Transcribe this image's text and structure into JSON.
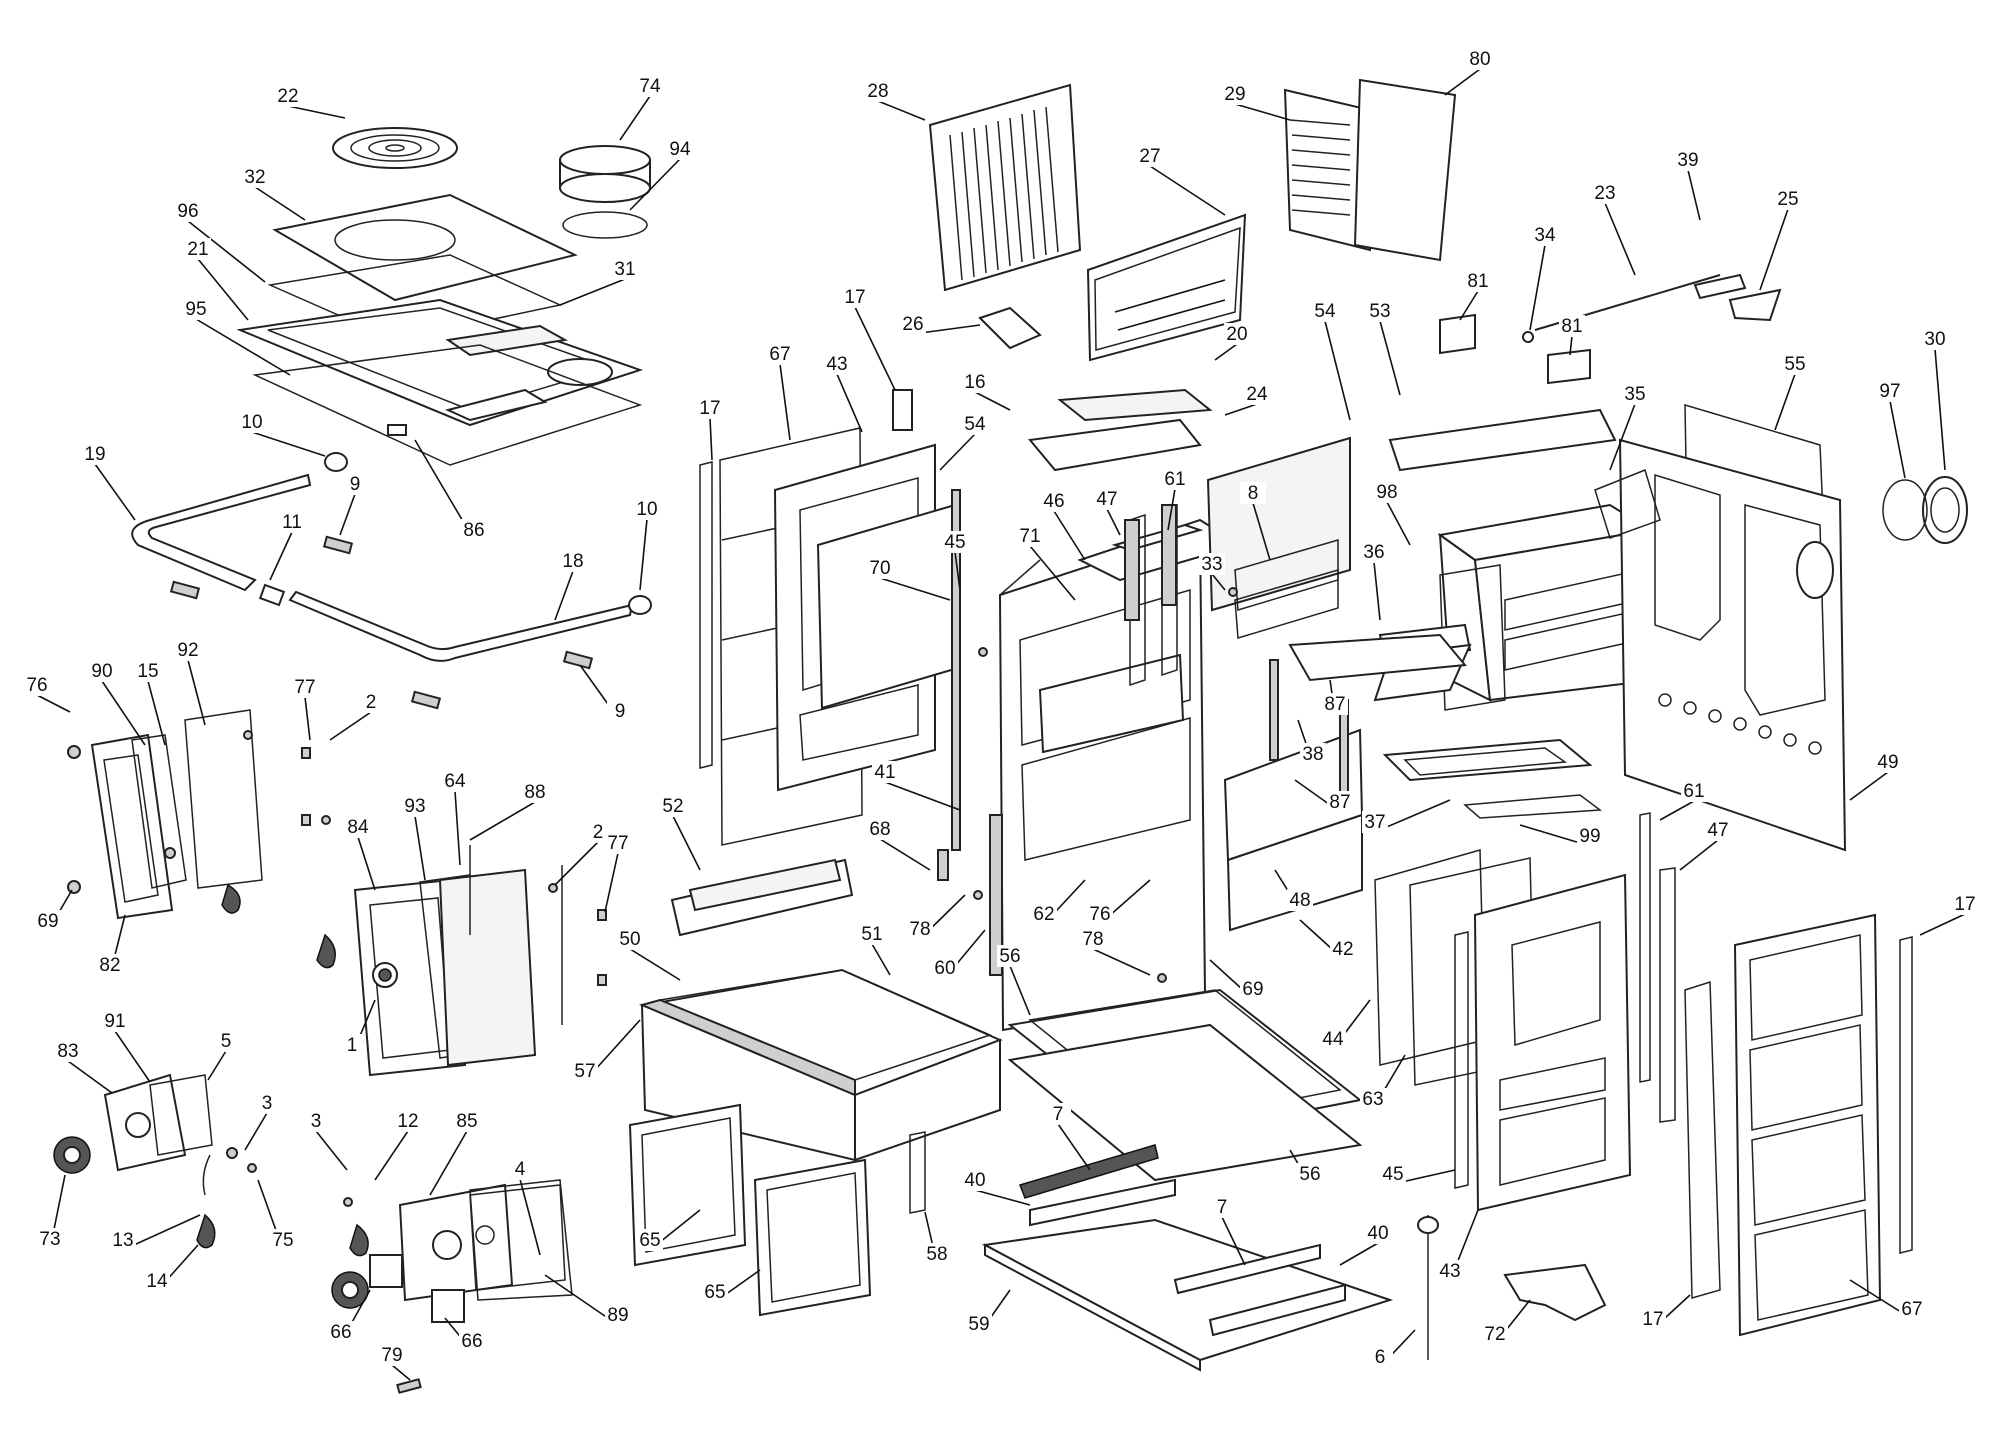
{
  "diagram": {
    "callouts": [
      {
        "id": "c22",
        "text": "22"
      },
      {
        "id": "c74",
        "text": "74"
      },
      {
        "id": "c94",
        "text": "94"
      },
      {
        "id": "c32",
        "text": "32"
      },
      {
        "id": "c96",
        "text": "96"
      },
      {
        "id": "c21",
        "text": "21"
      },
      {
        "id": "c31",
        "text": "31"
      },
      {
        "id": "c95",
        "text": "95"
      },
      {
        "id": "c86",
        "text": "86"
      },
      {
        "id": "c10a",
        "text": "10"
      },
      {
        "id": "c9a",
        "text": "9"
      },
      {
        "id": "c19",
        "text": "19"
      },
      {
        "id": "c11",
        "text": "11"
      },
      {
        "id": "c18",
        "text": "18"
      },
      {
        "id": "c10b",
        "text": "10"
      },
      {
        "id": "c9b",
        "text": "9"
      },
      {
        "id": "c76",
        "text": "76"
      },
      {
        "id": "c90",
        "text": "90"
      },
      {
        "id": "c15",
        "text": "15"
      },
      {
        "id": "c92",
        "text": "92"
      },
      {
        "id": "c77a",
        "text": "77"
      },
      {
        "id": "c2a",
        "text": "2"
      },
      {
        "id": "c69a",
        "text": "69"
      },
      {
        "id": "c82",
        "text": "82"
      },
      {
        "id": "c93",
        "text": "93"
      },
      {
        "id": "c64",
        "text": "64"
      },
      {
        "id": "c88",
        "text": "88"
      },
      {
        "id": "c84",
        "text": "84"
      },
      {
        "id": "c2b",
        "text": "2"
      },
      {
        "id": "c77b",
        "text": "77"
      },
      {
        "id": "c1",
        "text": "1"
      },
      {
        "id": "c91",
        "text": "91"
      },
      {
        "id": "c5",
        "text": "5"
      },
      {
        "id": "c83",
        "text": "83"
      },
      {
        "id": "c3a",
        "text": "3"
      },
      {
        "id": "c73",
        "text": "73"
      },
      {
        "id": "c13",
        "text": "13"
      },
      {
        "id": "c75",
        "text": "75"
      },
      {
        "id": "c14",
        "text": "14"
      },
      {
        "id": "c3b",
        "text": "3"
      },
      {
        "id": "c12",
        "text": "12"
      },
      {
        "id": "c85",
        "text": "85"
      },
      {
        "id": "c4",
        "text": "4"
      },
      {
        "id": "c89",
        "text": "89"
      },
      {
        "id": "c66a",
        "text": "66"
      },
      {
        "id": "c66b",
        "text": "66"
      },
      {
        "id": "c79",
        "text": "79"
      },
      {
        "id": "c28",
        "text": "28"
      },
      {
        "id": "c80",
        "text": "80"
      },
      {
        "id": "c29",
        "text": "29"
      },
      {
        "id": "c27",
        "text": "27"
      },
      {
        "id": "c17a",
        "text": "17"
      },
      {
        "id": "c67a",
        "text": "67"
      },
      {
        "id": "c43a",
        "text": "43"
      },
      {
        "id": "c17b",
        "text": "17"
      },
      {
        "id": "c26",
        "text": "26"
      },
      {
        "id": "c16",
        "text": "16"
      },
      {
        "id": "c54a",
        "text": "54"
      },
      {
        "id": "c20",
        "text": "20"
      },
      {
        "id": "c24",
        "text": "24"
      },
      {
        "id": "c45a",
        "text": "45"
      },
      {
        "id": "c70",
        "text": "70"
      },
      {
        "id": "c46",
        "text": "46"
      },
      {
        "id": "c47a",
        "text": "47"
      },
      {
        "id": "c61a",
        "text": "61"
      },
      {
        "id": "c71",
        "text": "71"
      },
      {
        "id": "c54b",
        "text": "54"
      },
      {
        "id": "c53",
        "text": "53"
      },
      {
        "id": "c81a",
        "text": "81"
      },
      {
        "id": "c81b",
        "text": "81"
      },
      {
        "id": "c34",
        "text": "34"
      },
      {
        "id": "c23",
        "text": "23"
      },
      {
        "id": "c39",
        "text": "39"
      },
      {
        "id": "c25",
        "text": "25"
      },
      {
        "id": "c30",
        "text": "30"
      },
      {
        "id": "c97",
        "text": "97"
      },
      {
        "id": "c55",
        "text": "55"
      },
      {
        "id": "c35",
        "text": "35"
      },
      {
        "id": "c8",
        "text": "8"
      },
      {
        "id": "c33",
        "text": "33"
      },
      {
        "id": "c98",
        "text": "98"
      },
      {
        "id": "c36",
        "text": "36"
      },
      {
        "id": "c87a",
        "text": "87"
      },
      {
        "id": "c38",
        "text": "38"
      },
      {
        "id": "c87b",
        "text": "87"
      },
      {
        "id": "c49",
        "text": "49"
      },
      {
        "id": "c37",
        "text": "37"
      },
      {
        "id": "c99",
        "text": "99"
      },
      {
        "id": "c61b",
        "text": "61"
      },
      {
        "id": "c47b",
        "text": "47"
      },
      {
        "id": "c17c",
        "text": "17"
      },
      {
        "id": "c52",
        "text": "52"
      },
      {
        "id": "c41",
        "text": "41"
      },
      {
        "id": "c68",
        "text": "68"
      },
      {
        "id": "c78a",
        "text": "78"
      },
      {
        "id": "c62",
        "text": "62"
      },
      {
        "id": "c76b",
        "text": "76"
      },
      {
        "id": "c48",
        "text": "48"
      },
      {
        "id": "c42",
        "text": "42"
      },
      {
        "id": "c69b",
        "text": "69"
      },
      {
        "id": "c60",
        "text": "60"
      },
      {
        "id": "c78b",
        "text": "78"
      },
      {
        "id": "c44",
        "text": "44"
      },
      {
        "id": "c63",
        "text": "63"
      },
      {
        "id": "c50",
        "text": "50"
      },
      {
        "id": "c51",
        "text": "51"
      },
      {
        "id": "c57",
        "text": "57"
      },
      {
        "id": "c56a",
        "text": "56"
      },
      {
        "id": "c56b",
        "text": "56"
      },
      {
        "id": "c45b",
        "text": "45"
      },
      {
        "id": "c43b",
        "text": "43"
      },
      {
        "id": "c7a",
        "text": "7"
      },
      {
        "id": "c40a",
        "text": "40"
      },
      {
        "id": "c7b",
        "text": "7"
      },
      {
        "id": "c40b",
        "text": "40"
      },
      {
        "id": "c65a",
        "text": "65"
      },
      {
        "id": "c65b",
        "text": "65"
      },
      {
        "id": "c58",
        "text": "58"
      },
      {
        "id": "c59",
        "text": "59"
      },
      {
        "id": "c6",
        "text": "6"
      },
      {
        "id": "c72",
        "text": "72"
      },
      {
        "id": "c17d",
        "text": "17"
      },
      {
        "id": "c67b",
        "text": "67"
      }
    ]
  }
}
